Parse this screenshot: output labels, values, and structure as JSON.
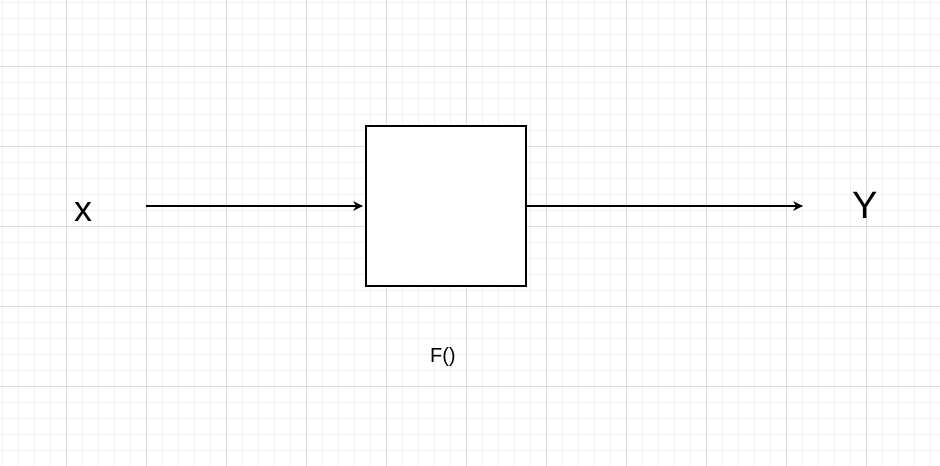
{
  "diagram": {
    "input_label": "x",
    "output_label": "Y",
    "function_label": "F()",
    "line_color": "#000000",
    "grid_color": "#dcdcdc",
    "background_color": "#ffffff"
  }
}
